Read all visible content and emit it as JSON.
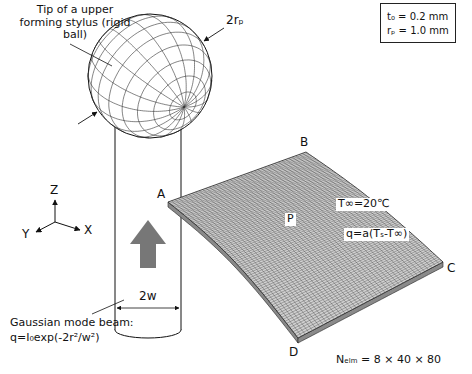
{
  "diagram": {
    "nodes": [
      {
        "text": [
          "t₀ = 0.2 mm",
          "rₚ = 1.0 mm"
        ]
      }
    ],
    "labels": [
      "Tip of a upper forming stylus (rigid ball)",
      "2rₚ",
      "B",
      "A",
      "P",
      "T∞=20℃",
      "q=a(Tₛ-T∞)",
      "Y",
      "Z",
      "X",
      "2w",
      "Gaussian mode beam:",
      "q=I₀exp(-2r²/w²)",
      "C",
      "D",
      "Nₑₗₘ = 8 × 40 × 80"
    ]
  }
}
